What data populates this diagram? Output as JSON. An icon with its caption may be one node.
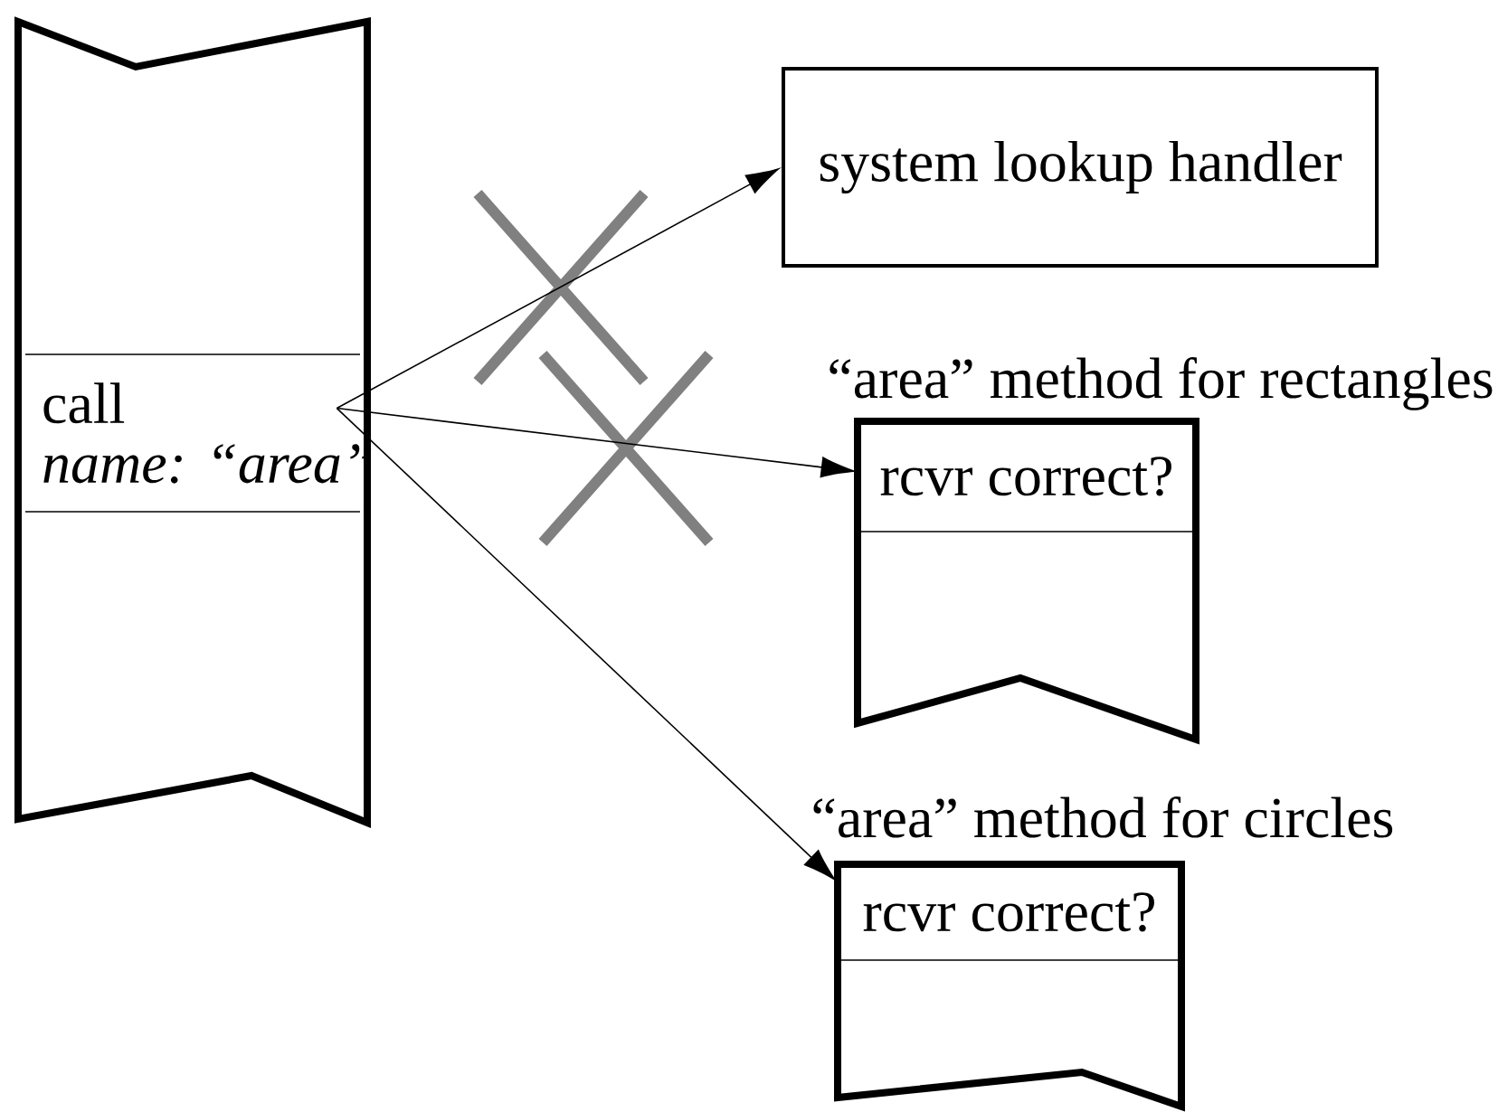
{
  "diagram": {
    "nodes": [
      {
        "text": [],
        "shape": "banner"
      },
      {
        "text": [
          "call",
          "name: “area”"
        ],
        "in": 0
      },
      {
        "text": [
          "system lookup handler"
        ]
      },
      {
        "text": [
          "“area” method for rectangles",
          "rcvr correct?"
        ]
      },
      {
        "text": [
          "“area” method for circles",
          "rcvr correct?"
        ]
      }
    ],
    "edges": [
      {
        "from": 1,
        "to": 2,
        "arrow": "to"
      },
      {
        "from": 1,
        "to": 3,
        "arrow": "to"
      },
      {
        "from": 1,
        "to": 4,
        "arrow": "to"
      }
    ]
  }
}
